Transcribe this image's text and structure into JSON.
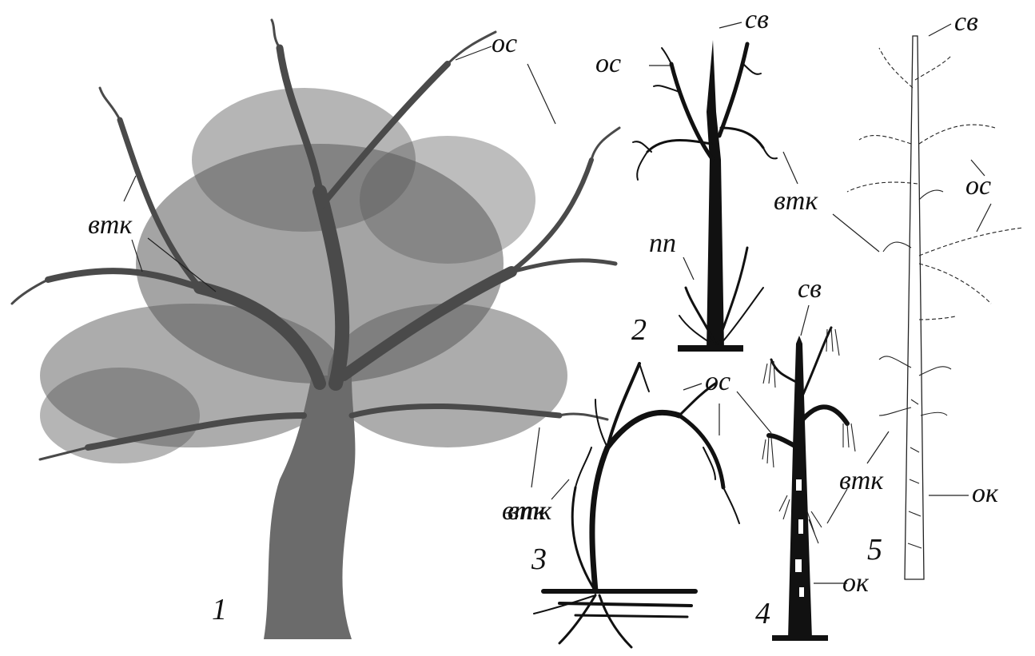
{
  "figure": {
    "panels": [
      {
        "number": "1",
        "labels": [
          "ос",
          "втк",
          "втк"
        ]
      },
      {
        "number": "2",
        "labels": [
          "св",
          "ос",
          "пп",
          "втк"
        ]
      },
      {
        "number": "3",
        "labels": [
          "ос",
          "втк"
        ]
      },
      {
        "number": "4",
        "labels": [
          "св",
          "ок"
        ]
      },
      {
        "number": "5",
        "labels": [
          "св",
          "ос",
          "втк",
          "ок"
        ]
      }
    ]
  },
  "colors": {
    "ink": "#111111",
    "foliage": "#5a5a5a",
    "background": "#ffffff"
  }
}
